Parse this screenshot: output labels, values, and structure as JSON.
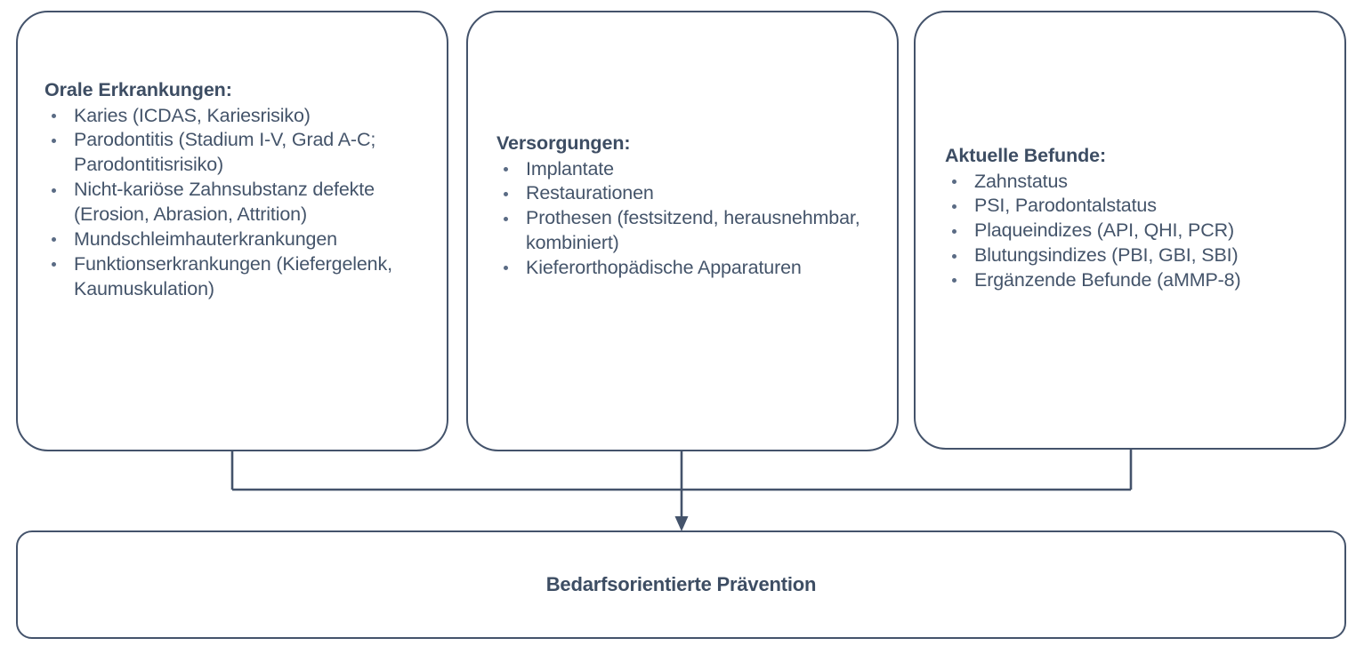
{
  "diagram": {
    "title_text": "Bedarfsorientierte Prävention",
    "accent_color": "#44536B",
    "text_color": "#3D4D63",
    "bullet_color": "#5A6B84",
    "background_color": "#FFFFFF",
    "connector_icon": "down-arrow-icon"
  },
  "nodes": [
    {
      "id": "orale-erkrankungen",
      "title": "Orale Erkrankungen:",
      "items": [
        "Karies (ICDAS, Kariesrisiko)",
        "Parodontitis (Stadium I-V, Grad A-C; Parodontitisrisiko)",
        "Nicht-kariöse Zahnsubstanz defekte (Erosion, Abrasion, Attrition)",
        "Mundschleimhauterkrankungen",
        "Funktionserkrankungen (Kiefergelenk, Kaumuskulation)"
      ]
    },
    {
      "id": "versorgungen",
      "title": "Versorgungen:",
      "items": [
        "Implantate",
        "Restaurationen",
        "Prothesen (festsitzend, herausnehmbar, kombiniert)",
        "Kieferorthopädische Apparaturen"
      ]
    },
    {
      "id": "aktuelle-befunde",
      "title": "Aktuelle Befunde:",
      "items": [
        "Zahnstatus",
        "PSI, Parodontalstatus",
        "Plaqueindizes (API, QHI, PCR)",
        "Blutungsindizes (PBI, GBI, SBI)",
        "Ergänzende Befunde (aMMP-8)"
      ]
    }
  ],
  "outcome": {
    "label": "Bedarfsorientierte Prävention"
  }
}
